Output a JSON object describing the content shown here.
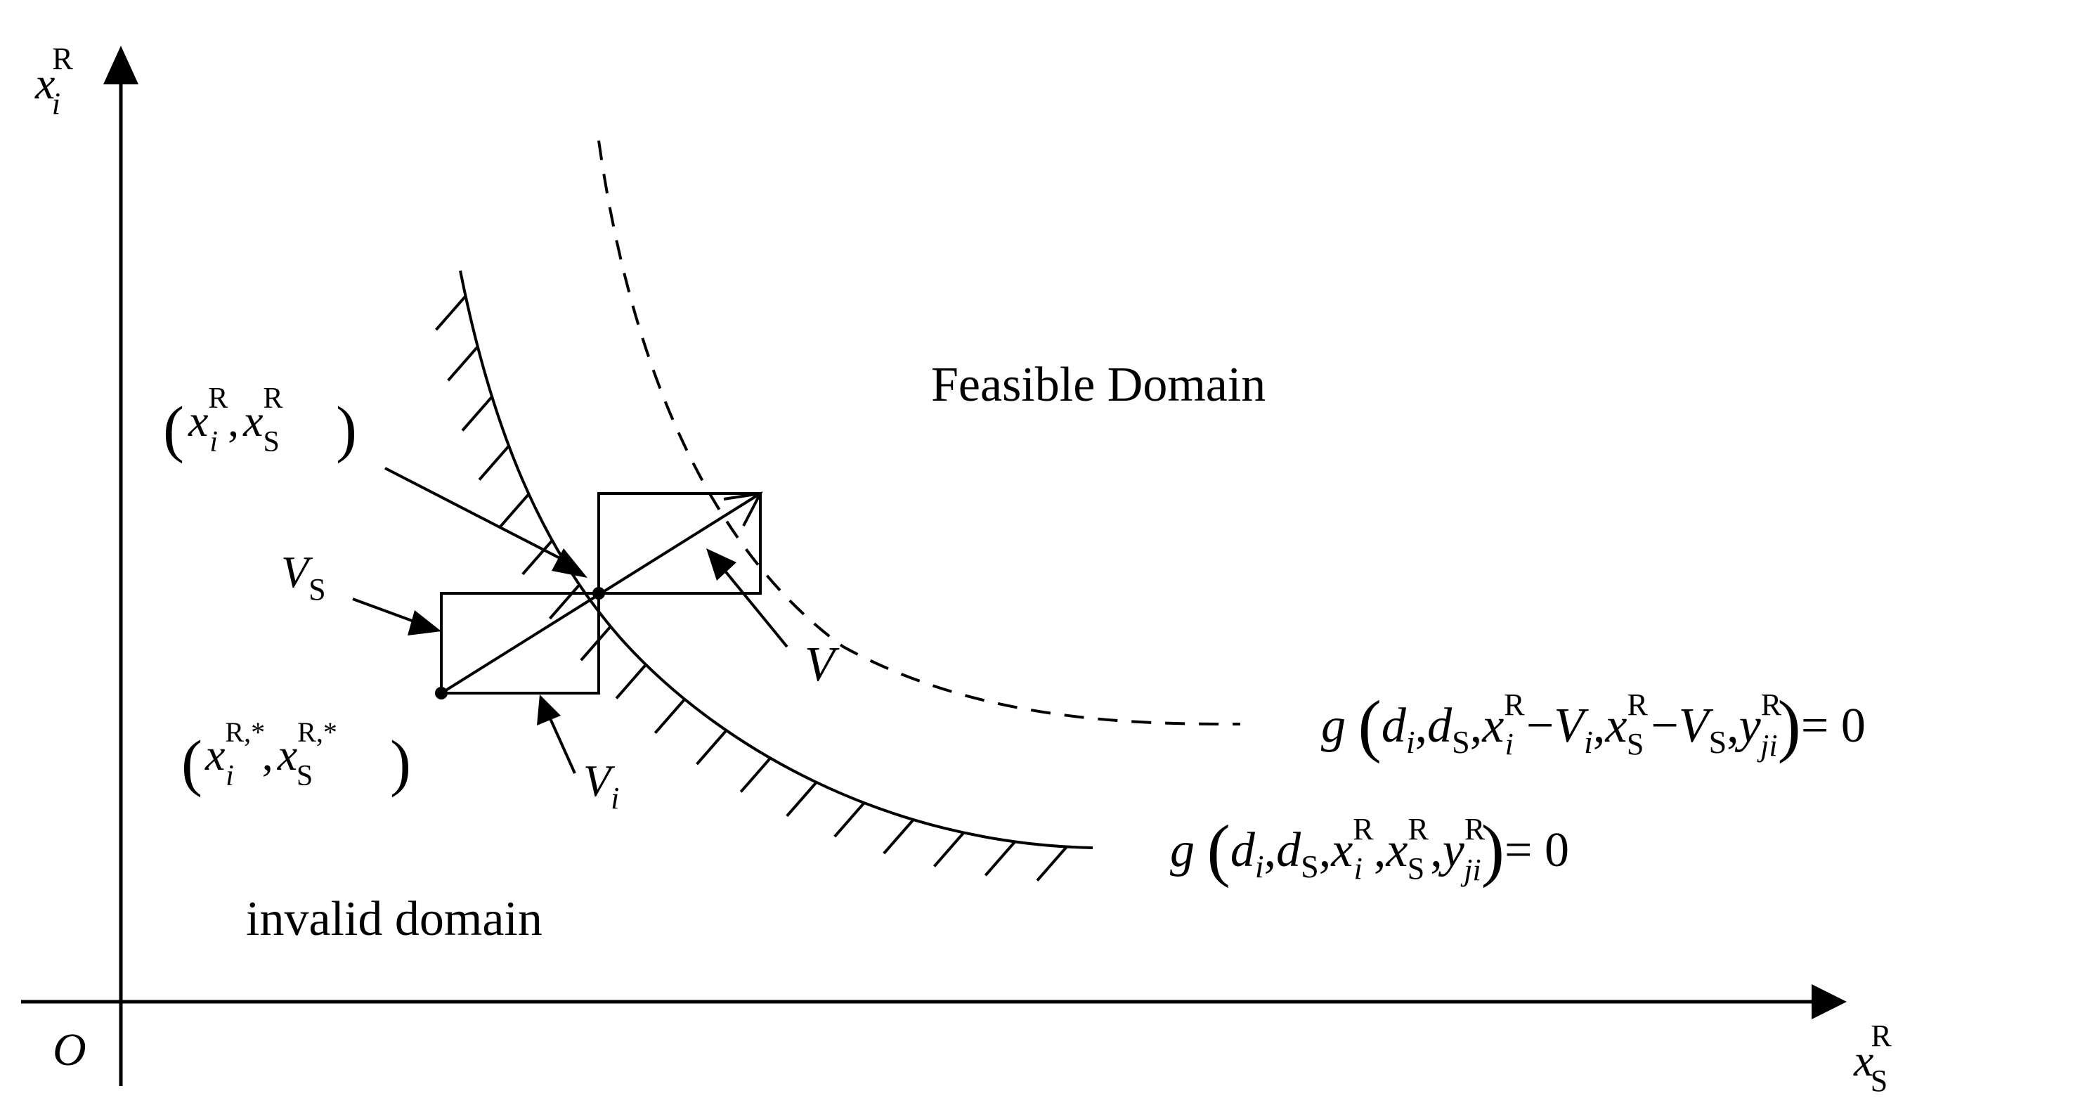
{
  "axes": {
    "y_var": "x",
    "y_sub": "i",
    "y_sup": "R",
    "x_var": "x",
    "x_sub": "S",
    "x_sup": "R",
    "origin": "O"
  },
  "regions": {
    "feasible": "Feasible Domain",
    "invalid": "invalid domain"
  },
  "labels": {
    "point_top": {
      "x": "x",
      "i": "i",
      "R": "R",
      "S": "S"
    },
    "point_bottom": {
      "x": "x",
      "i": "i",
      "S": "S",
      "R_star": "R,*"
    },
    "V": "V",
    "VS": {
      "V": "V",
      "S": "S"
    },
    "Vi": {
      "V": "V",
      "i": "i"
    }
  },
  "equations": {
    "dashed_curve": {
      "g": "g",
      "d": "d",
      "i": "i",
      "S": "S",
      "x": "x",
      "R": "R",
      "minus": "−",
      "V": "V",
      "y": "y",
      "ji": "ji",
      "comma": ",",
      "equals": "= 0"
    },
    "solid_curve": {
      "g": "g",
      "d": "d",
      "i": "i",
      "S": "S",
      "x": "x",
      "R": "R",
      "y": "y",
      "ji": "ji",
      "comma": ",",
      "equals": "= 0"
    }
  }
}
